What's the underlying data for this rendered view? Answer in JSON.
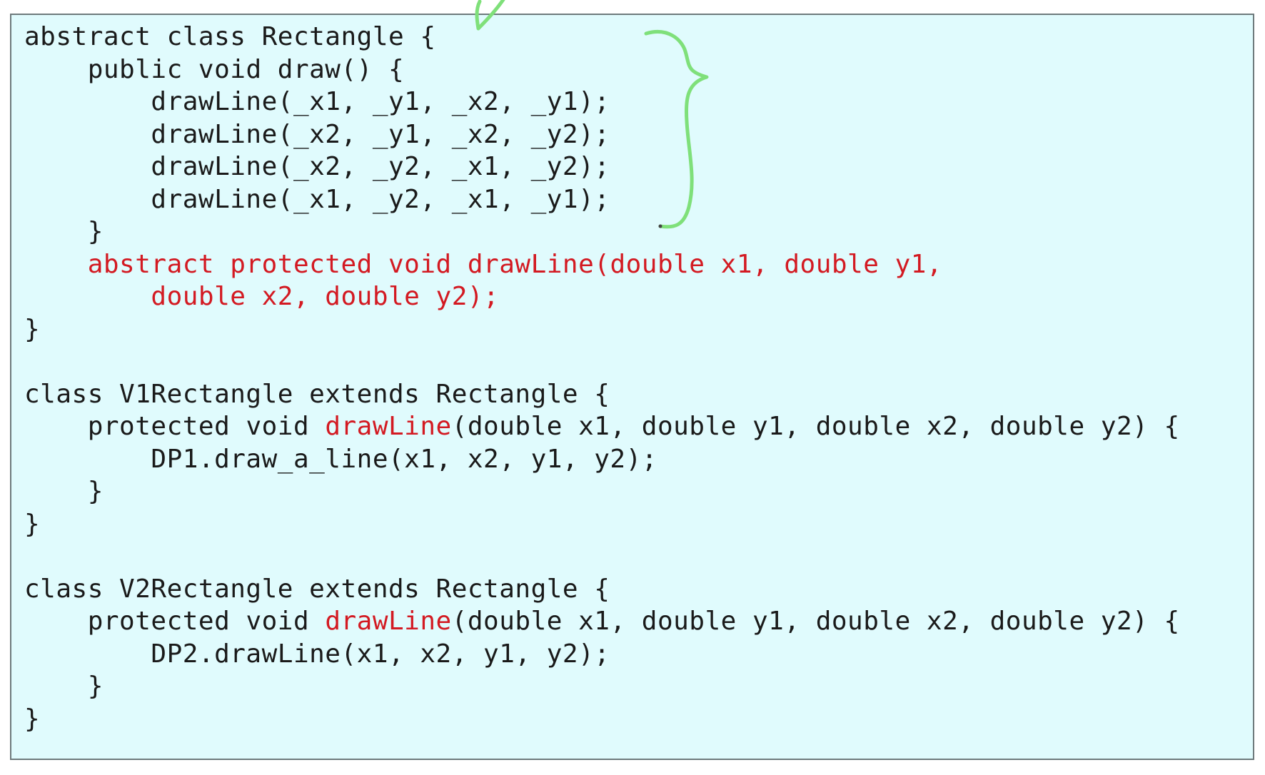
{
  "code": {
    "lines": [
      {
        "indent": "",
        "pre": "abstract class Rectangle {",
        "red": "",
        "post": ""
      },
      {
        "indent": "    ",
        "pre": "public void draw() {",
        "red": "",
        "post": ""
      },
      {
        "indent": "        ",
        "pre": "drawLine(_x1, _y1, _x2, _y1);",
        "red": "",
        "post": ""
      },
      {
        "indent": "        ",
        "pre": "drawLine(_x2, _y1, _x2, _y2);",
        "red": "",
        "post": ""
      },
      {
        "indent": "        ",
        "pre": "drawLine(_x2, _y2, _x1, _y2);",
        "red": "",
        "post": ""
      },
      {
        "indent": "        ",
        "pre": "drawLine(_x1, _y2, _x1, _y1);",
        "red": "",
        "post": ""
      },
      {
        "indent": "    ",
        "pre": "}",
        "red": "",
        "post": ""
      },
      {
        "indent": "    ",
        "pre": "",
        "red": "abstract protected void drawLine(double x1, double y1,",
        "post": ""
      },
      {
        "indent": "        ",
        "pre": "",
        "red": "double x2, double y2);",
        "post": ""
      },
      {
        "indent": "",
        "pre": "}",
        "red": "",
        "post": ""
      },
      {
        "indent": "",
        "pre": "",
        "red": "",
        "post": ""
      },
      {
        "indent": "",
        "pre": "class V1Rectangle extends Rectangle {",
        "red": "",
        "post": ""
      },
      {
        "indent": "    ",
        "pre": "protected void ",
        "red": "drawLine",
        "post": "(double x1, double y1, double x2, double y2) {"
      },
      {
        "indent": "        ",
        "pre": "DP1.draw_a_line(x1, x2, y1, y2);",
        "red": "",
        "post": ""
      },
      {
        "indent": "    ",
        "pre": "}",
        "red": "",
        "post": ""
      },
      {
        "indent": "",
        "pre": "}",
        "red": "",
        "post": ""
      },
      {
        "indent": "",
        "pre": "",
        "red": "",
        "post": ""
      },
      {
        "indent": "",
        "pre": "class V2Rectangle extends Rectangle {",
        "red": "",
        "post": ""
      },
      {
        "indent": "    ",
        "pre": "protected void ",
        "red": "drawLine",
        "post": "(double x1, double y1, double x2, double y2) {"
      },
      {
        "indent": "        ",
        "pre": "DP2.drawLine(x1, x2, y1, y2);",
        "red": "",
        "post": ""
      },
      {
        "indent": "    ",
        "pre": "}",
        "red": "",
        "post": ""
      },
      {
        "indent": "",
        "pre": "}",
        "red": "",
        "post": ""
      }
    ]
  },
  "colors": {
    "panel_background": "#e0fbfd",
    "panel_border": "#6e7a7c",
    "code_text": "#1a1a1a",
    "highlight": "#d31a22",
    "annotation": "#7fe07a"
  }
}
